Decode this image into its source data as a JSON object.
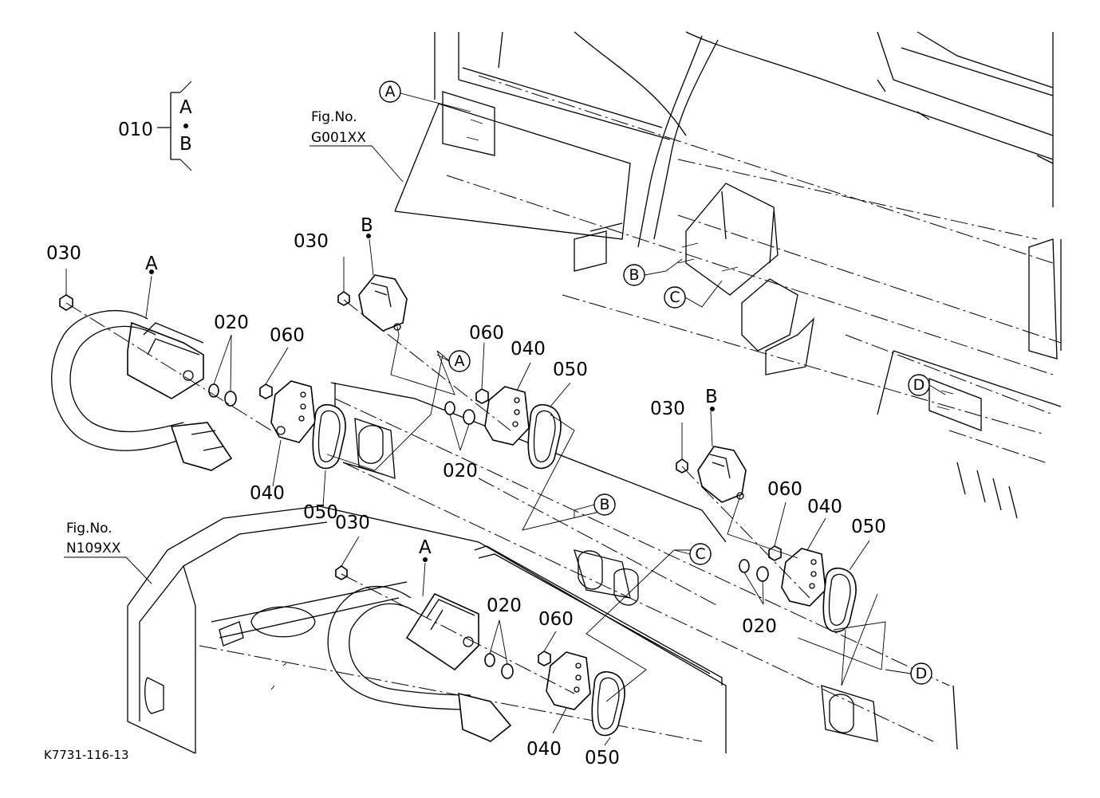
{
  "group": {
    "number": "010",
    "variant_a": "A",
    "variant_b": "B"
  },
  "figure_refs": [
    {
      "line1": "Fig.No.",
      "line2": "G001XX"
    },
    {
      "line1": "Fig.No.",
      "line2": "N109XX"
    }
  ],
  "part_numbers": {
    "seat_belt_nut": "030",
    "washer": "020",
    "bracket": "040",
    "cover": "050",
    "bolt": "060"
  },
  "variant_labels": {
    "a": "A",
    "b": "B"
  },
  "connection_points": [
    "A",
    "B",
    "C",
    "D"
  ],
  "drawing_code": "K7731-116-13"
}
